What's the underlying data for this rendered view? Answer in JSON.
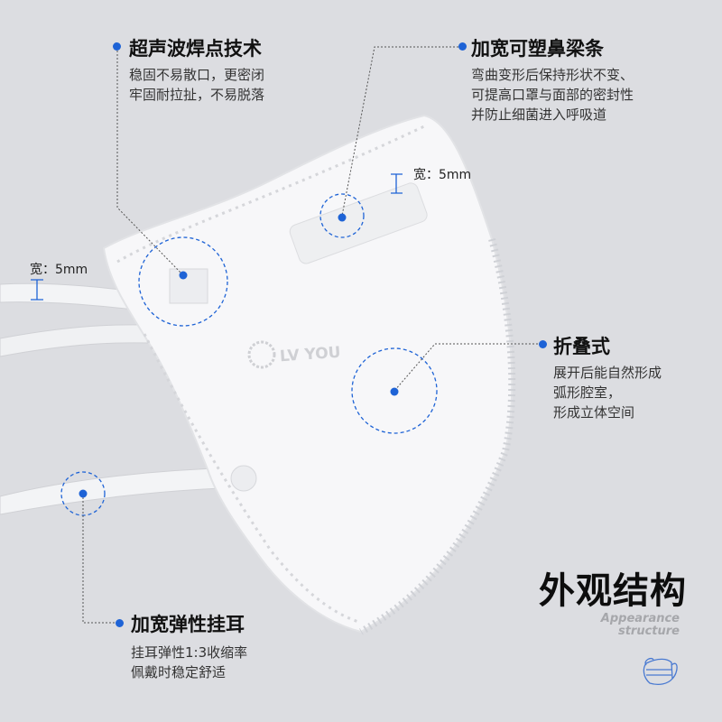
{
  "callouts": {
    "ultrasonic": {
      "title": "超声波焊点技术",
      "lines": [
        "稳固不易散口，更密闭",
        "牢固耐拉扯，不易脱落"
      ]
    },
    "nose_strip": {
      "title": "加宽可塑鼻梁条",
      "lines": [
        "弯曲变形后保持形状不变、",
        "可提高口罩与面部的密封性",
        "并防止细菌进入呼吸道"
      ]
    },
    "folding": {
      "title": "折叠式",
      "lines": [
        "展开后能自然形成",
        "弧形腔室，",
        "形成立体空间"
      ]
    },
    "ear_loop": {
      "title": "加宽弹性挂耳",
      "lines": [
        "挂耳弹性1:3收缩率",
        "佩戴时稳定舒适"
      ]
    }
  },
  "width_labels": {
    "nose": "宽：5mm",
    "ear": "宽：5mm"
  },
  "heading": {
    "title": "外观结构",
    "subtitle_line1": "Appearance",
    "subtitle_line2": "structure"
  },
  "logo_text": "LV YOU",
  "colors": {
    "accent": "#1e63d6",
    "background": "#dcdde1"
  }
}
